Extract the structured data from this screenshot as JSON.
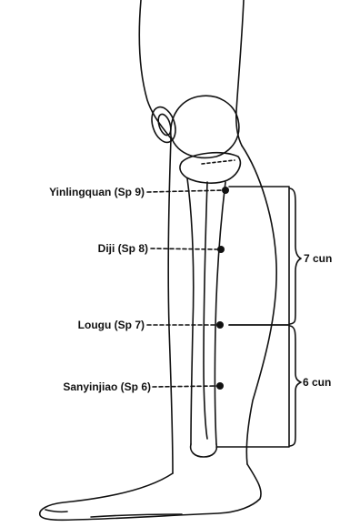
{
  "points": [
    {
      "id": "sp9",
      "label": "Yinlingquan (Sp 9)"
    },
    {
      "id": "sp8",
      "label": "Diji (Sp 8)"
    },
    {
      "id": "sp7",
      "label": "Lougu (Sp 7)"
    },
    {
      "id": "sp6",
      "label": "Sanyinjiao (Sp 6)"
    }
  ],
  "measures": {
    "upper": "7 cun",
    "lower": "6 cun"
  },
  "colors": {
    "ink": "#111111",
    "background": "#ffffff"
  }
}
